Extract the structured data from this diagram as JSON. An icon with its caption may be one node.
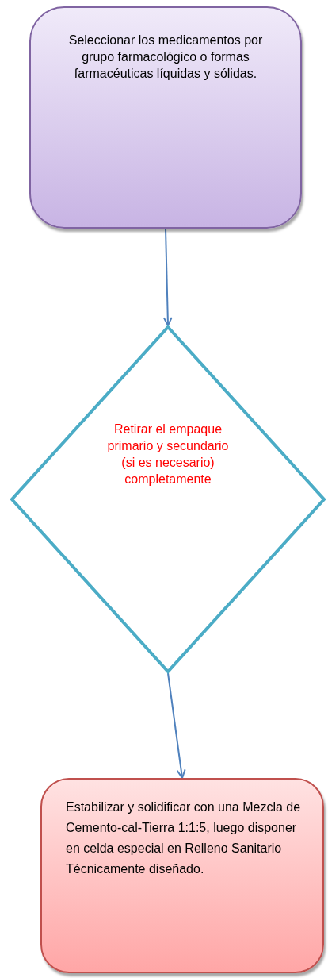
{
  "diagram": {
    "nodes": [
      {
        "text": [
          "Seleccionar los medicamentos por grupo farmacológico o formas farmacéuticas líquidas y sólidas."
        ]
      },
      {
        "text": [
          "Retirar el empaque primario y secundario (si es necesario) completamente"
        ]
      },
      {
        "text": [
          "Estabilizar y solidificar con una Mezcla de Cemento-cal-Tierra 1:1:5, luego disponer en celda especial en Relleno Sanitario Técnicamente diseñado."
        ]
      }
    ],
    "edges": [
      {
        "from": 0,
        "to": 1,
        "arrow": "to"
      },
      {
        "from": 1,
        "to": 2,
        "arrow": "to"
      }
    ]
  }
}
